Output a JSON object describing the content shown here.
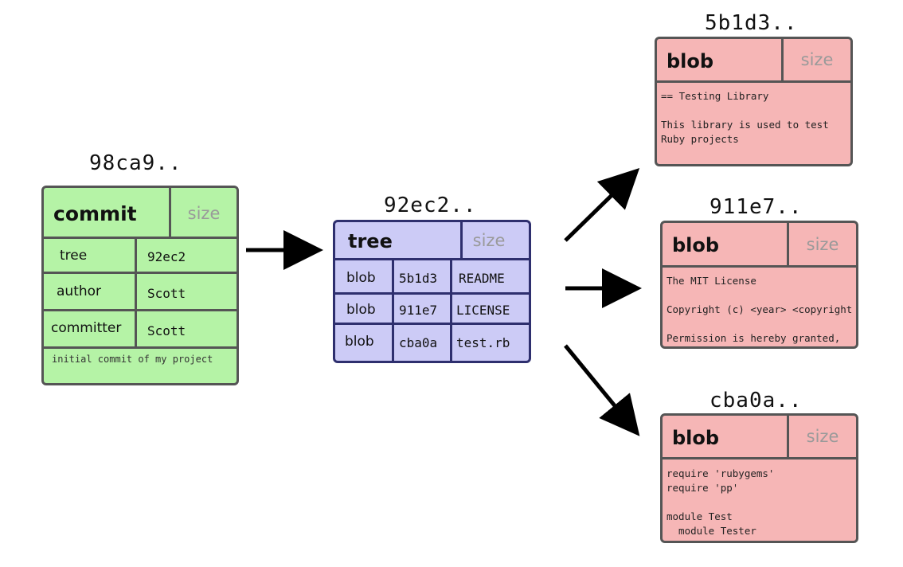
{
  "commit": {
    "hash": "98ca9..",
    "type": "commit",
    "size": "size",
    "fields": [
      {
        "label": "tree",
        "value": "92ec2"
      },
      {
        "label": "author",
        "value": "Scott"
      },
      {
        "label": "committer",
        "value": "Scott"
      }
    ],
    "message": "initial commit of my project"
  },
  "tree": {
    "hash": "92ec2..",
    "type": "tree",
    "size": "size",
    "entries": [
      {
        "kind": "blob",
        "sha": "5b1d3",
        "name": "README"
      },
      {
        "kind": "blob",
        "sha": "911e7",
        "name": "LICENSE"
      },
      {
        "kind": "blob",
        "sha": "cba0a",
        "name": "test.rb"
      }
    ]
  },
  "blobs": [
    {
      "hash": "5b1d3..",
      "type": "blob",
      "size": "size",
      "content": "== Testing Library\n\nThis library is used to test\nRuby projects"
    },
    {
      "hash": "911e7..",
      "type": "blob",
      "size": "size",
      "content": "The MIT License\n\nCopyright (c) <year> <copyright\n\nPermission is hereby granted,"
    },
    {
      "hash": "cba0a..",
      "type": "blob",
      "size": "size",
      "content": "require 'rubygems'\nrequire 'pp'\n\nmodule Test\n  module Tester"
    }
  ],
  "colors": {
    "commit_fill": "#b5f3a6",
    "tree_fill": "#cccbf6",
    "blob_fill": "#f6b6b6",
    "arrow": "#000000"
  }
}
